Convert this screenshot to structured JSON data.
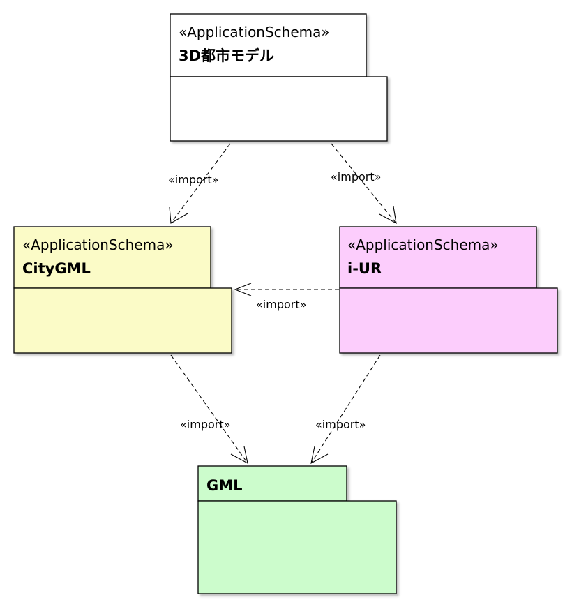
{
  "diagram": {
    "packages": [
      {
        "id": "3d-city-model",
        "stereotype": "«ApplicationSchema»",
        "name": "3D都市モデル",
        "fill": "#ffffff"
      },
      {
        "id": "citygml",
        "stereotype": "«ApplicationSchema»",
        "name": "CityGML",
        "fill": "#fbfbc7"
      },
      {
        "id": "i-ur",
        "stereotype": "«ApplicationSchema»",
        "name": "i-UR",
        "fill": "#fccdfc"
      },
      {
        "id": "gml",
        "stereotype": "",
        "name": "GML",
        "fill": "#ccfccc"
      }
    ],
    "dependencies": [
      {
        "from": "3d-city-model",
        "to": "citygml",
        "label": "«import»"
      },
      {
        "from": "3d-city-model",
        "to": "i-ur",
        "label": "«import»"
      },
      {
        "from": "i-ur",
        "to": "citygml",
        "label": "«import»"
      },
      {
        "from": "citygml",
        "to": "gml",
        "label": "«import»"
      },
      {
        "from": "i-ur",
        "to": "gml",
        "label": "«import»"
      }
    ],
    "colors": {
      "line": "#000000",
      "shadow": "#c8c8c8"
    }
  }
}
